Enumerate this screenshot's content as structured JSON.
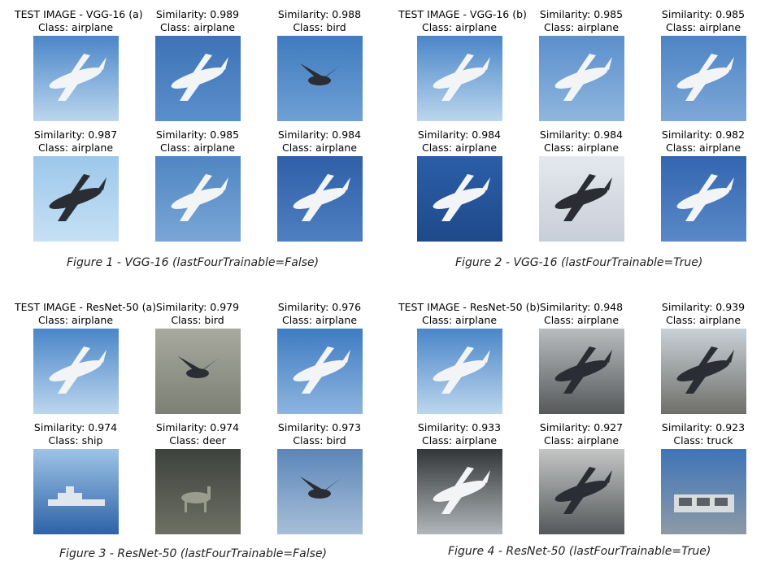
{
  "figures": [
    {
      "caption": "Figure 1 - VGG-16 (lastFourTrainable=False)",
      "cells": [
        {
          "l1": "TEST IMAGE - VGG-16 (a)",
          "l2": "Class: airplane",
          "sky": "#4a86c8",
          "ground": "#bcd6ee",
          "obj": "plane"
        },
        {
          "l1": "Similarity: 0.989",
          "l2": "Class: airplane",
          "sky": "#3d73b6",
          "ground": "#5b8fcc",
          "obj": "plane"
        },
        {
          "l1": "Similarity: 0.988",
          "l2": "Class: bird",
          "sky": "#3f7bbf",
          "ground": "#6ea0d4",
          "obj": "bird"
        },
        {
          "l1": "Similarity: 0.987",
          "l2": "Class: airplane",
          "sky": "#9cc8ea",
          "ground": "#c6e0f4",
          "obj": "plane"
        },
        {
          "l1": "Similarity: 0.985",
          "l2": "Class: airplane",
          "sky": "#4f86c2",
          "ground": "#7aa6d6",
          "obj": "plane"
        },
        {
          "l1": "Similarity: 0.984",
          "l2": "Class: airplane",
          "sky": "#2f5fa8",
          "ground": "#4e7fc0",
          "obj": "plane"
        }
      ]
    },
    {
      "caption": "Figure 2 - VGG-16 (lastFourTrainable=True)",
      "cells": [
        {
          "l1": "TEST IMAGE - VGG-16 (b)",
          "l2": "Class: airplane",
          "sky": "#4a86c8",
          "ground": "#bcd6ee",
          "obj": "plane"
        },
        {
          "l1": "Similarity: 0.985",
          "l2": "Class: airplane",
          "sky": "#5b8fcc",
          "ground": "#8fb6de",
          "obj": "plane"
        },
        {
          "l1": "Similarity: 0.985",
          "l2": "Class: airplane",
          "sky": "#4c84c4",
          "ground": "#7ea8d8",
          "obj": "plane"
        },
        {
          "l1": "Similarity: 0.984",
          "l2": "Class: airplane",
          "sky": "#2b5ea8",
          "ground": "#1f4a8a",
          "obj": "plane"
        },
        {
          "l1": "Similarity: 0.984",
          "l2": "Class: airplane",
          "sky": "#e4e8ee",
          "ground": "#c8ced8",
          "obj": "plane"
        },
        {
          "l1": "Similarity: 0.982",
          "l2": "Class: airplane",
          "sky": "#3366b0",
          "ground": "#5a88c8",
          "obj": "plane"
        }
      ]
    },
    {
      "caption": "Figure 3 - ResNet-50 (lastFourTrainable=False)",
      "cells": [
        {
          "l1": "TEST IMAGE - ResNet-50 (a)",
          "l2": "Class: airplane",
          "sky": "#4a86c8",
          "ground": "#bcd6ee",
          "obj": "plane"
        },
        {
          "l1": "Similarity: 0.979",
          "l2": "Class: bird",
          "sky": "#a8aaa0",
          "ground": "#7c7f74",
          "obj": "bird"
        },
        {
          "l1": "Similarity: 0.976",
          "l2": "Class: airplane",
          "sky": "#3f7cc2",
          "ground": "#8db4de",
          "obj": "plane"
        },
        {
          "l1": "Similarity: 0.974",
          "l2": "Class: ship",
          "sky": "#9ec4e6",
          "ground": "#2e62a8",
          "obj": "ship"
        },
        {
          "l1": "Similarity: 0.974",
          "l2": "Class: deer",
          "sky": "#3e423e",
          "ground": "#6d7062",
          "obj": "deer"
        },
        {
          "l1": "Similarity: 0.973",
          "l2": "Class: bird",
          "sky": "#5c86b8",
          "ground": "#a7bfd8",
          "obj": "bird"
        }
      ]
    },
    {
      "caption": "Figure 4 - ResNet-50 (lastFourTrainable=True)",
      "cells": [
        {
          "l1": "TEST IMAGE - ResNet-50 (b)",
          "l2": "Class: airplane",
          "sky": "#4a86c8",
          "ground": "#bcd6ee",
          "obj": "plane"
        },
        {
          "l1": "Similarity: 0.948",
          "l2": "Class: airplane",
          "sky": "#b9bcbf",
          "ground": "#55595a",
          "obj": "plane"
        },
        {
          "l1": "Similarity: 0.939",
          "l2": "Class: airplane",
          "sky": "#c9d1d8",
          "ground": "#6f6f6a",
          "obj": "plane"
        },
        {
          "l1": "Similarity: 0.933",
          "l2": "Class: airplane",
          "sky": "#333638",
          "ground": "#b0b6ba",
          "obj": "plane"
        },
        {
          "l1": "Similarity: 0.927",
          "l2": "Class: airplane",
          "sky": "#c4c6c6",
          "ground": "#55585a",
          "obj": "plane"
        },
        {
          "l1": "Similarity: 0.923",
          "l2": "Class: truck",
          "sky": "#3f74b8",
          "ground": "#8c9aa6",
          "obj": "truck"
        }
      ]
    }
  ]
}
